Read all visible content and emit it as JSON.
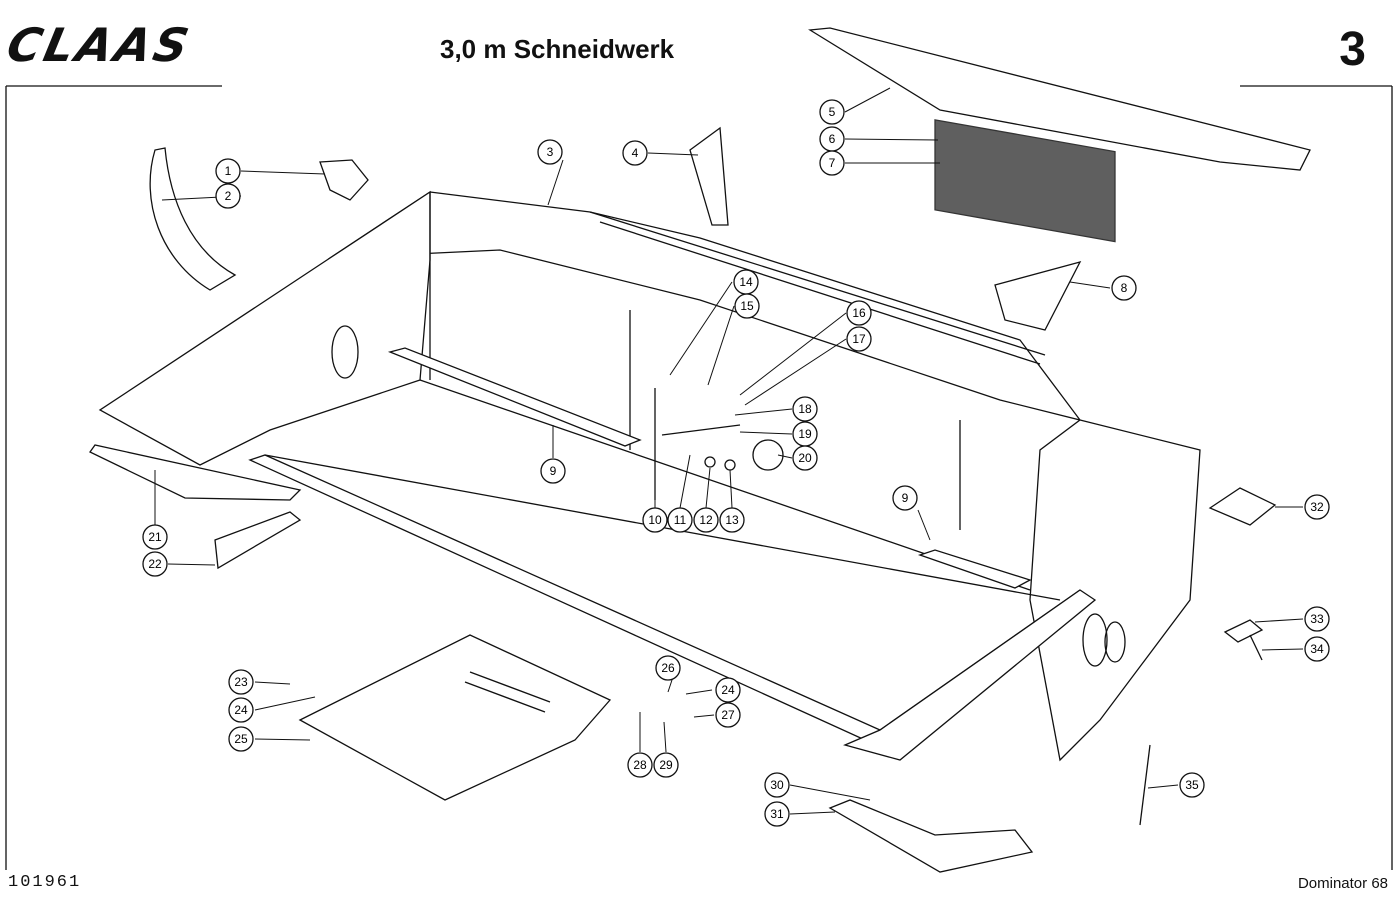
{
  "header": {
    "logo_text": "CLAAS",
    "title": "3,0 m Schneidwerk",
    "page_number": "3"
  },
  "footer": {
    "drawing_number": "101961",
    "model": "Dominator 68"
  },
  "callouts": [
    "1",
    "2",
    "3",
    "4",
    "5",
    "6",
    "7",
    "8",
    "9",
    "9",
    "10",
    "11",
    "12",
    "13",
    "14",
    "15",
    "16",
    "17",
    "18",
    "19",
    "20",
    "21",
    "22",
    "23",
    "24",
    "24",
    "25",
    "26",
    "27",
    "28",
    "29",
    "30",
    "31",
    "32",
    "33",
    "34",
    "35"
  ]
}
